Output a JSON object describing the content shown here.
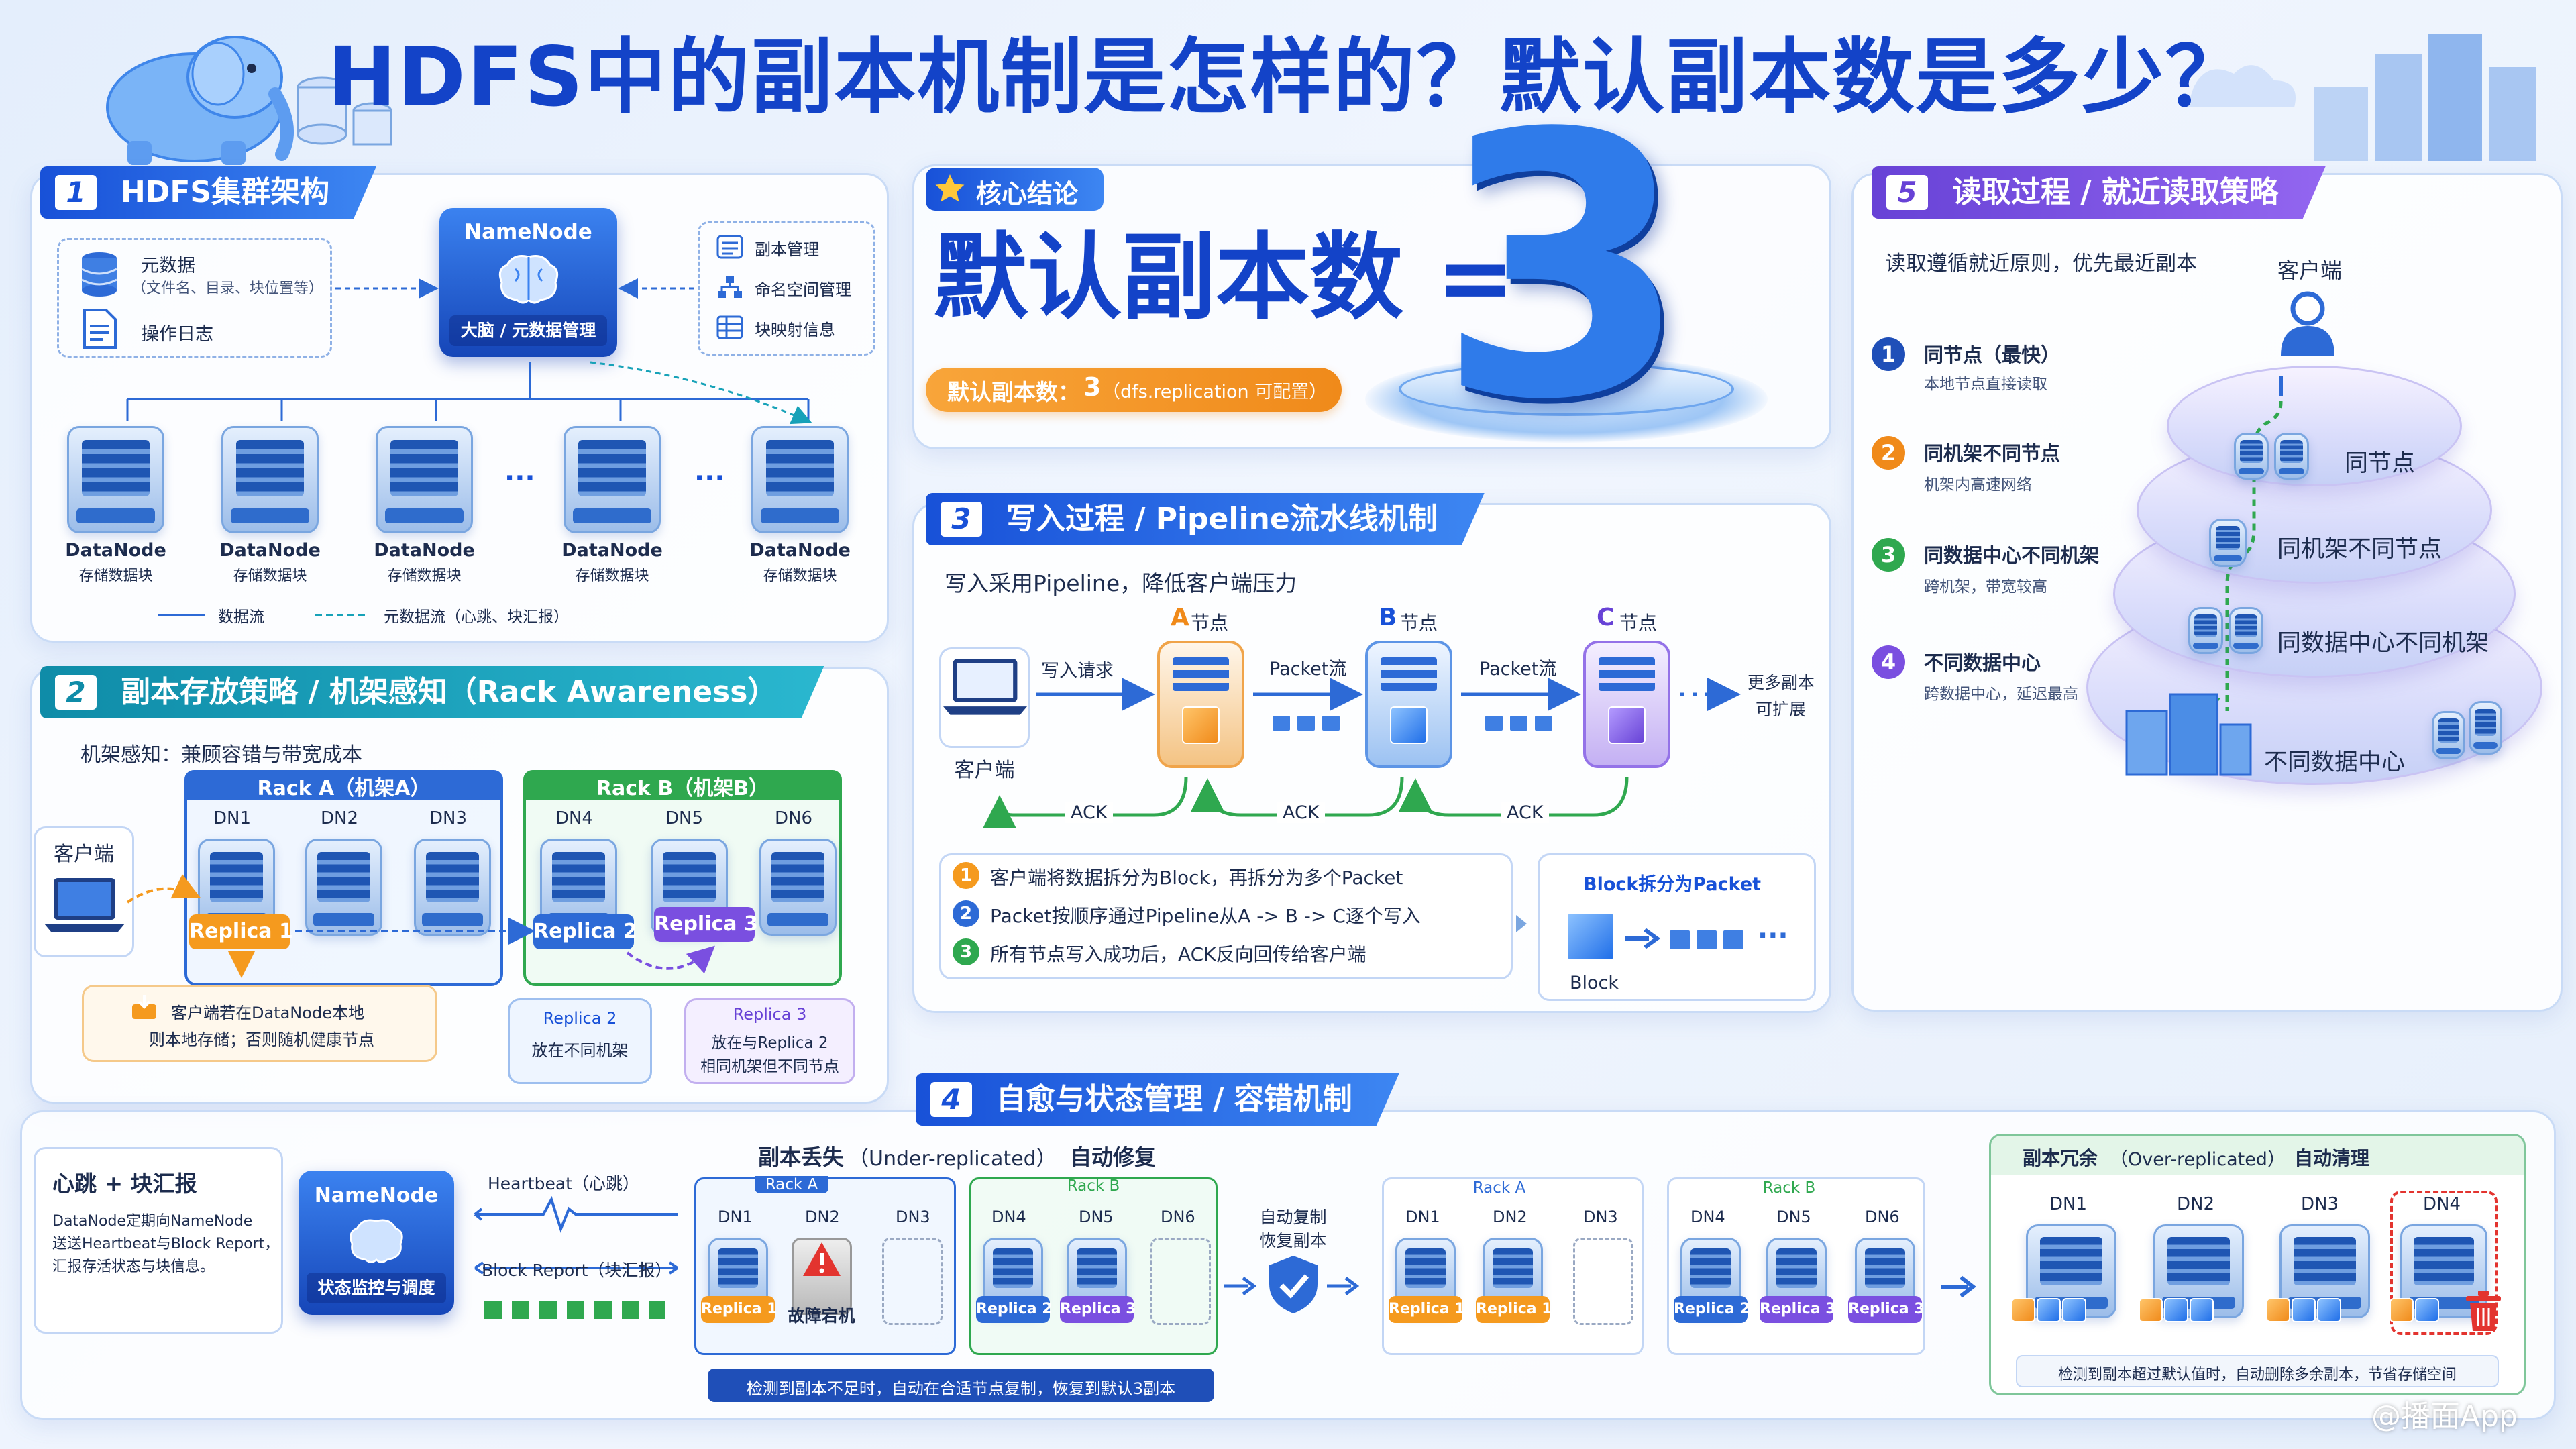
{
  "title": "HDFS中的副本机制是怎样的？默认副本数是多少？",
  "watermark": "@播面App",
  "colors": {
    "primary": "#1851d8",
    "teal": "#0f8ca8",
    "purple": "#6742d6",
    "orange": "#f59a1e",
    "green": "#23a559",
    "red": "#e3342f"
  },
  "s1": {
    "num": "1",
    "title": "HDFS集群架构",
    "meta_label": "元数据",
    "meta_sub": "（文件名、目录、块位置等）",
    "log_label": "操作日志",
    "namenode": "NameNode",
    "namenode_sub": "大脑 / 元数据管理",
    "funcs": [
      "副本管理",
      "命名空间管理",
      "块映射信息"
    ],
    "datanode": "DataNode",
    "datanode_sub": "存储数据块",
    "ellipsis": "···",
    "legend_data": "数据流",
    "legend_meta": "元数据流（心跳、块汇报）"
  },
  "s2": {
    "num": "2",
    "title": "副本存放策略 / 机架感知（Rack Awareness）",
    "intro": "机架感知：兼顾容错与带宽成本",
    "client": "客户端",
    "rackA": "Rack A（机架A）",
    "rackB": "Rack B（机架B）",
    "dns": [
      "DN1",
      "DN2",
      "DN3",
      "DN4",
      "DN5",
      "DN6"
    ],
    "r1": "Replica 1",
    "r2": "Replica 2",
    "r3": "Replica 3",
    "note1a": "客户端若在DataNode本地",
    "note1b": "则本地存储；否则随机健康节点",
    "note2a": "Replica 2",
    "note2b": "放在不同机架",
    "note3a": "Replica 3",
    "note3b": "放在与Replica 2",
    "note3c": "相同机架但不同节点"
  },
  "core": {
    "badge": "核心结论",
    "label": "默认副本数 =",
    "value": "3",
    "pill_prefix": "默认副本数：",
    "pill_value": "3",
    "pill_suffix": "（dfs.replication 可配置）"
  },
  "s3": {
    "num": "3",
    "title": "写入过程 / Pipeline流水线机制",
    "intro": "写入采用Pipeline，降低客户端压力",
    "client": "客户端",
    "req": "写入请求",
    "nodeA": "A",
    "nodeB": "B",
    "nodeC": "C",
    "node_suffix": "节点",
    "packet": "Packet流",
    "more1": "更多副本",
    "more2": "可扩展",
    "ack": "ACK",
    "steps": [
      "客户端将数据拆分为Block，再拆分为多个Packet",
      "Packet按顺序通过Pipeline从A -> B -> C逐个写入",
      "所有节点写入成功后，ACK反向回传给客户端"
    ],
    "split_title": "Block拆分为Packet",
    "block": "Block",
    "dots": "···"
  },
  "s4": {
    "num": "4",
    "title": "自愈与状态管理 / 容错机制",
    "hb_title": "心跳 + 块汇报",
    "hb_desc": [
      "DataNode定期向NameNode",
      "送送Heartbeat与Block Report，",
      "汇报存活状态与块信息。"
    ],
    "namenode": "NameNode",
    "namenode_sub": "状态监控与调度",
    "heartbeat": "Heartbeat（心跳）",
    "blockreport": "Block Report（块汇报）",
    "under_title": "副本丢失",
    "under_en": "（Under-replicated）",
    "under_tail": "自动修复",
    "rackA": "Rack A",
    "rackB": "Rack B",
    "dns": [
      "DN1",
      "DN2",
      "DN3",
      "DN4",
      "DN5",
      "DN6"
    ],
    "r1": "Replica 1",
    "r2": "Replica 2",
    "r3": "Replica 3",
    "r1p": "Replica 1'",
    "r3p": "Replica 3'",
    "fault": "故障宕机",
    "auto1": "自动复制",
    "auto2": "恢复副本",
    "under_note": "检测到副本不足时，自动在合适节点复制，恢复到默认3副本",
    "over_title": "副本冗余",
    "over_en": "（Over-replicated）",
    "over_tail": "自动清理",
    "over_note": "检测到副本超过默认值时，自动删除多余副本，节省存储空间"
  },
  "s5": {
    "num": "5",
    "title": "读取过程 / 就近读取策略",
    "intro": "读取遵循就近原则，优先最近副本",
    "client": "客户端",
    "items": [
      {
        "n": "1",
        "t": "同节点（最快）",
        "d": "本地节点直接读取"
      },
      {
        "n": "2",
        "t": "同机架不同节点",
        "d": "机架内高速网络"
      },
      {
        "n": "3",
        "t": "同数据中心不同机架",
        "d": "跨机架，带宽较高"
      },
      {
        "n": "4",
        "t": "不同数据中心",
        "d": "跨数据中心，延迟最高"
      }
    ],
    "tiers": [
      "同节点",
      "同机架不同节点",
      "同数据中心不同机架",
      "不同数据中心"
    ]
  }
}
